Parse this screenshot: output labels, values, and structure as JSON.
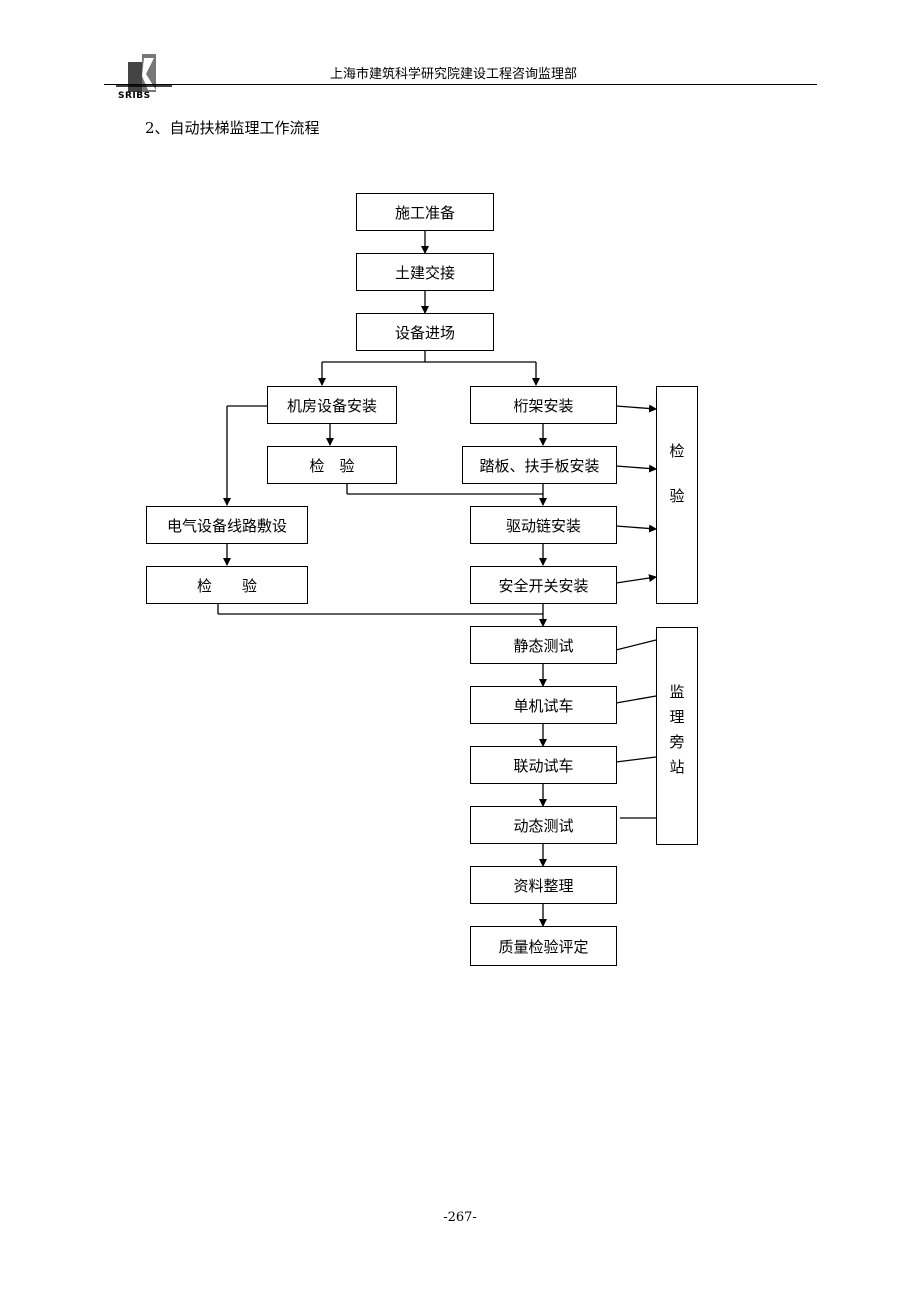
{
  "header": {
    "logo_text": "SRIBS",
    "organization": "上海市建筑科学研究院建设工程咨询监理部"
  },
  "section_title": "2、自动扶梯监理工作流程",
  "flowchart": {
    "nodes": {
      "prep": "施工准备",
      "civil": "土建交接",
      "arrival": "设备进场",
      "machine_room": "机房设备安装",
      "machine_inspect": "检　验",
      "truss": "桁架安装",
      "pedal": "踏板、扶手板安装",
      "drive_chain": "驱动链安装",
      "safety_switch": "安全开关安装",
      "electrical": "电气设备线路敷设",
      "electrical_inspect": "检　　验",
      "static_test": "静态测试",
      "single_trial": "单机试车",
      "linked_trial": "联动试车",
      "dynamic_test": "动态测试",
      "data_org": "资料整理",
      "quality_eval": "质量检验评定",
      "inspection_side": "检验",
      "supervision_side": "监理旁站"
    }
  },
  "footer": {
    "page_number": "-267-"
  }
}
